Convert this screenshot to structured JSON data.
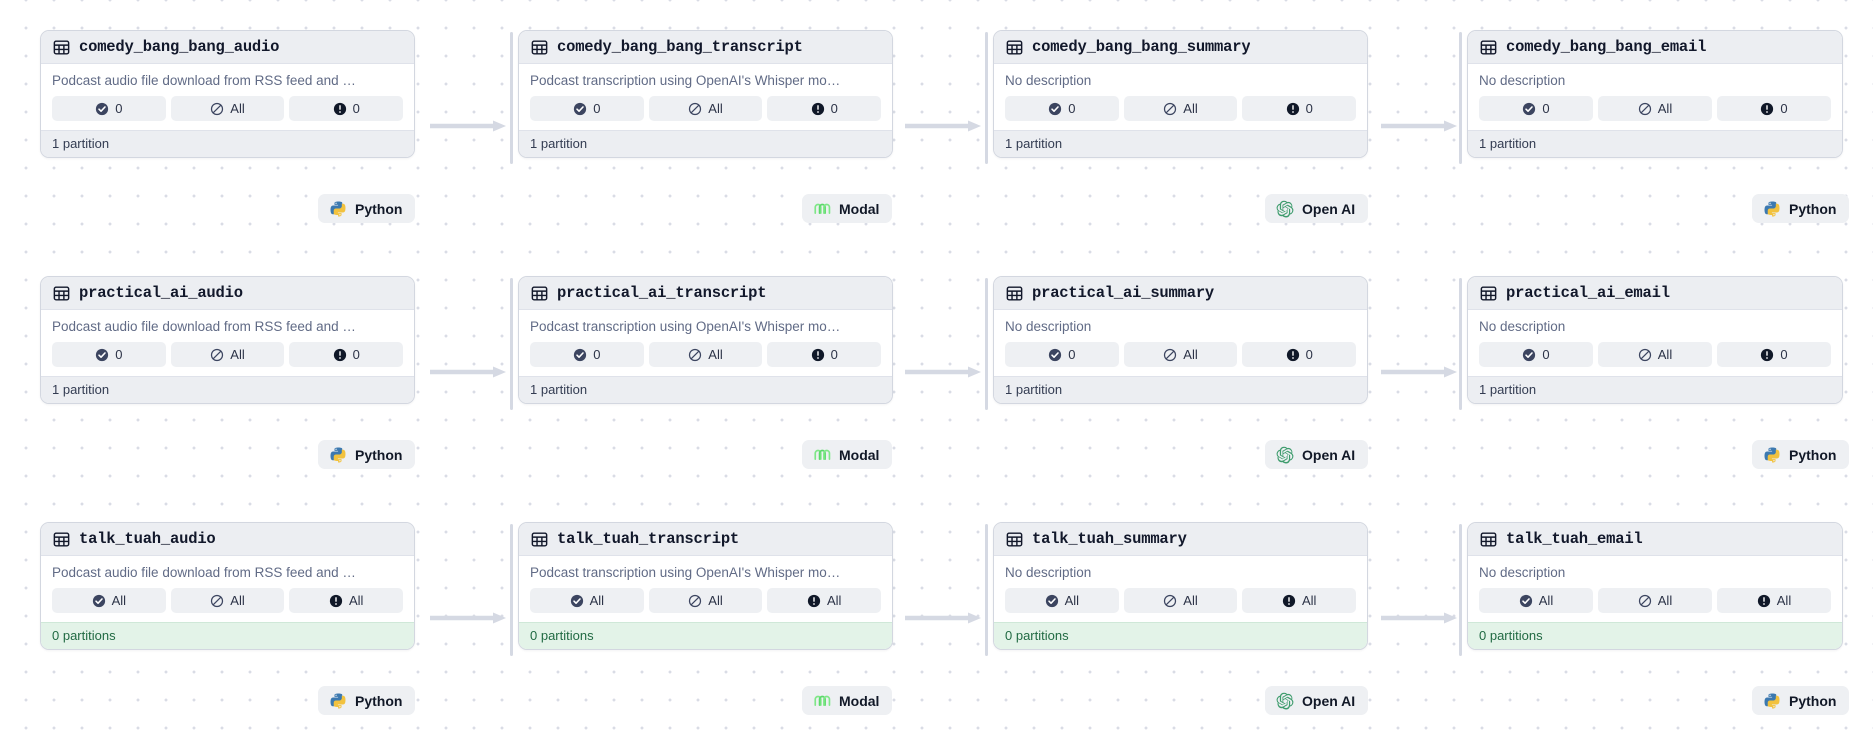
{
  "graph": {
    "background": "#ffffff",
    "dot_color": "#d9dce5",
    "accent_empty_bg": "#e3f3e8",
    "accent_empty_text": "#216a43",
    "descriptions": {
      "audio": "Podcast audio file download from RSS feed and …",
      "transcript": "Podcast transcription using OpenAI's Whisper mo…",
      "none": "No description"
    },
    "icons": {
      "node": "table-icon",
      "chip_ok": "check-circle-icon",
      "chip_skip": "slashed-circle-icon",
      "chip_alert": "alert-circle-icon",
      "arrow": "arrow-right-icon",
      "python": "python-logo-icon",
      "modal": "modal-logo-icon",
      "openai": "openai-logo-icon"
    },
    "rows": [
      {
        "id": "comedy_bang_bang",
        "nodes": [
          {
            "title": "comedy_bang_bang_audio",
            "description": "Podcast audio file download from RSS feed and …",
            "chips": [
              {
                "icon": "check-circle-icon",
                "label": "0"
              },
              {
                "icon": "slashed-circle-icon",
                "label": "All"
              },
              {
                "icon": "alert-circle-icon",
                "label": "0"
              }
            ],
            "footer": "1 partition",
            "empty": false,
            "badge": {
              "label": "Python",
              "icon": "python-logo-icon"
            }
          },
          {
            "title": "comedy_bang_bang_transcript",
            "description": "Podcast transcription using OpenAI's Whisper mo…",
            "chips": [
              {
                "icon": "check-circle-icon",
                "label": "0"
              },
              {
                "icon": "slashed-circle-icon",
                "label": "All"
              },
              {
                "icon": "alert-circle-icon",
                "label": "0"
              }
            ],
            "footer": "1 partition",
            "empty": false,
            "badge": {
              "label": "Modal",
              "icon": "modal-logo-icon"
            }
          },
          {
            "title": "comedy_bang_bang_summary",
            "description": "No description",
            "chips": [
              {
                "icon": "check-circle-icon",
                "label": "0"
              },
              {
                "icon": "slashed-circle-icon",
                "label": "All"
              },
              {
                "icon": "alert-circle-icon",
                "label": "0"
              }
            ],
            "footer": "1 partition",
            "empty": false,
            "badge": {
              "label": "Open AI",
              "icon": "openai-logo-icon"
            }
          },
          {
            "title": "comedy_bang_bang_email",
            "description": "No description",
            "chips": [
              {
                "icon": "check-circle-icon",
                "label": "0"
              },
              {
                "icon": "slashed-circle-icon",
                "label": "All"
              },
              {
                "icon": "alert-circle-icon",
                "label": "0"
              }
            ],
            "footer": "1 partition",
            "empty": false,
            "badge": {
              "label": "Python",
              "icon": "python-logo-icon"
            }
          }
        ]
      },
      {
        "id": "practical_ai",
        "nodes": [
          {
            "title": "practical_ai_audio",
            "description": "Podcast audio file download from RSS feed and …",
            "chips": [
              {
                "icon": "check-circle-icon",
                "label": "0"
              },
              {
                "icon": "slashed-circle-icon",
                "label": "All"
              },
              {
                "icon": "alert-circle-icon",
                "label": "0"
              }
            ],
            "footer": "1 partition",
            "empty": false,
            "badge": {
              "label": "Python",
              "icon": "python-logo-icon"
            }
          },
          {
            "title": "practical_ai_transcript",
            "description": "Podcast transcription using OpenAI's Whisper mo…",
            "chips": [
              {
                "icon": "check-circle-icon",
                "label": "0"
              },
              {
                "icon": "slashed-circle-icon",
                "label": "All"
              },
              {
                "icon": "alert-circle-icon",
                "label": "0"
              }
            ],
            "footer": "1 partition",
            "empty": false,
            "badge": {
              "label": "Modal",
              "icon": "modal-logo-icon"
            }
          },
          {
            "title": "practical_ai_summary",
            "description": "No description",
            "chips": [
              {
                "icon": "check-circle-icon",
                "label": "0"
              },
              {
                "icon": "slashed-circle-icon",
                "label": "All"
              },
              {
                "icon": "alert-circle-icon",
                "label": "0"
              }
            ],
            "footer": "1 partition",
            "empty": false,
            "badge": {
              "label": "Open AI",
              "icon": "openai-logo-icon"
            }
          },
          {
            "title": "practical_ai_email",
            "description": "No description",
            "chips": [
              {
                "icon": "check-circle-icon",
                "label": "0"
              },
              {
                "icon": "slashed-circle-icon",
                "label": "All"
              },
              {
                "icon": "alert-circle-icon",
                "label": "0"
              }
            ],
            "footer": "1 partition",
            "empty": false,
            "badge": {
              "label": "Python",
              "icon": "python-logo-icon"
            }
          }
        ]
      },
      {
        "id": "talk_tuah",
        "nodes": [
          {
            "title": "talk_tuah_audio",
            "description": "Podcast audio file download from RSS feed and …",
            "chips": [
              {
                "icon": "check-circle-icon",
                "label": "All"
              },
              {
                "icon": "slashed-circle-icon",
                "label": "All"
              },
              {
                "icon": "alert-circle-icon",
                "label": "All"
              }
            ],
            "footer": "0 partitions",
            "empty": true,
            "badge": {
              "label": "Python",
              "icon": "python-logo-icon"
            }
          },
          {
            "title": "talk_tuah_transcript",
            "description": "Podcast transcription using OpenAI's Whisper mo…",
            "chips": [
              {
                "icon": "check-circle-icon",
                "label": "All"
              },
              {
                "icon": "slashed-circle-icon",
                "label": "All"
              },
              {
                "icon": "alert-circle-icon",
                "label": "All"
              }
            ],
            "footer": "0 partitions",
            "empty": true,
            "badge": {
              "label": "Modal",
              "icon": "modal-logo-icon"
            }
          },
          {
            "title": "talk_tuah_summary",
            "description": "No description",
            "chips": [
              {
                "icon": "check-circle-icon",
                "label": "All"
              },
              {
                "icon": "slashed-circle-icon",
                "label": "All"
              },
              {
                "icon": "alert-circle-icon",
                "label": "All"
              }
            ],
            "footer": "0 partitions",
            "empty": true,
            "badge": {
              "label": "Open AI",
              "icon": "openai-logo-icon"
            }
          },
          {
            "title": "talk_tuah_email",
            "description": "No description",
            "chips": [
              {
                "icon": "check-circle-icon",
                "label": "All"
              },
              {
                "icon": "slashed-circle-icon",
                "label": "All"
              },
              {
                "icon": "alert-circle-icon",
                "label": "All"
              }
            ],
            "footer": "0 partitions",
            "empty": true,
            "badge": {
              "label": "Python",
              "icon": "python-logo-icon"
            }
          }
        ]
      }
    ]
  }
}
